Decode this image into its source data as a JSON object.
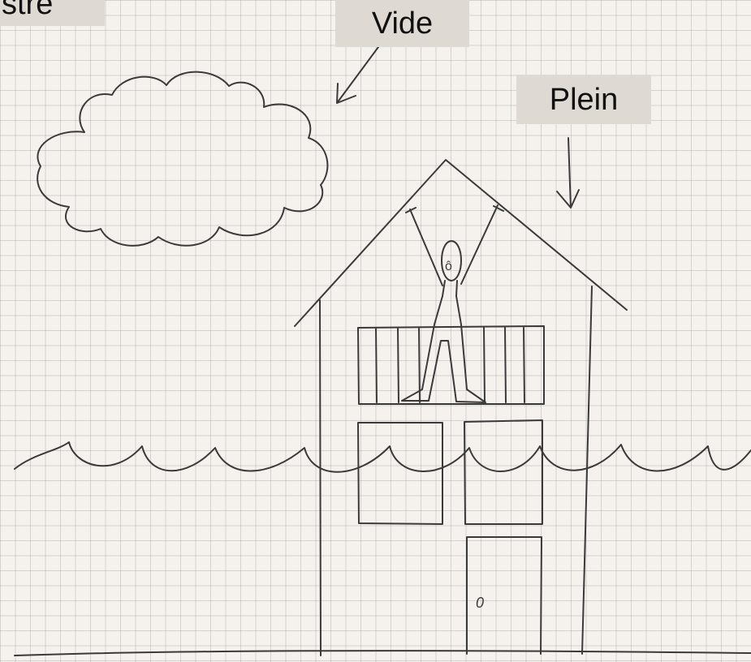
{
  "labels": {
    "left_partial": "stre",
    "vide": "Vide",
    "plein": "Plein"
  },
  "door_mark": "0",
  "colors": {
    "paper": "#f5f2ee",
    "grid": "#b4b4b4",
    "pencil": "#3a3a3a",
    "label_bg": "#dedad3"
  }
}
